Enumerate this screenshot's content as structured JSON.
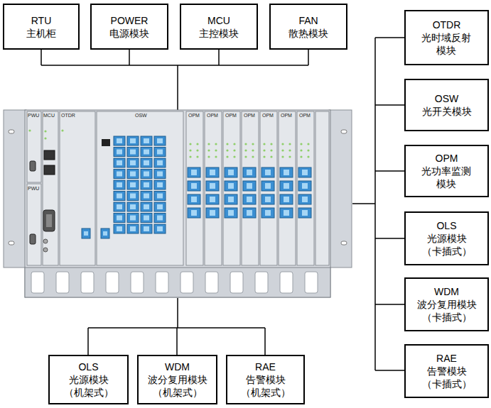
{
  "diagram": {
    "nodes": [
      {
        "text": [
          "RTU",
          "主机柜"
        ]
      },
      {
        "text": [
          "POWER",
          "电源模块"
        ]
      },
      {
        "text": [
          "MCU",
          "主控模块"
        ]
      },
      {
        "text": [
          "FAN",
          "散热模块"
        ]
      },
      {
        "text": [
          "OTDR",
          "光时域反射模块"
        ]
      },
      {
        "text": [
          "OSW",
          "光开关模块"
        ]
      },
      {
        "text": [
          "OPM",
          "光功率监测模块"
        ]
      },
      {
        "text": [
          "OLS",
          "光源模块",
          "（卡插式）"
        ]
      },
      {
        "text": [
          "WDM",
          "波分复用模块",
          "（卡插式）"
        ]
      },
      {
        "text": [
          "RAE",
          "告警模块",
          "（卡插式）"
        ]
      },
      {
        "text": [
          "OLS",
          "光源模块",
          "（机架式）"
        ]
      },
      {
        "text": [
          "WDM",
          "波分复用模块",
          "（机架式）"
        ]
      },
      {
        "text": [
          "RAE",
          "告警模块",
          "（机架式）"
        ]
      }
    ],
    "labels": [
      "PWU",
      "MCU",
      "OTDR",
      "OSW",
      "OPM",
      "OPM",
      "OPM",
      "OPM",
      "OPM",
      "OPM",
      "OPM",
      "PWU"
    ]
  }
}
